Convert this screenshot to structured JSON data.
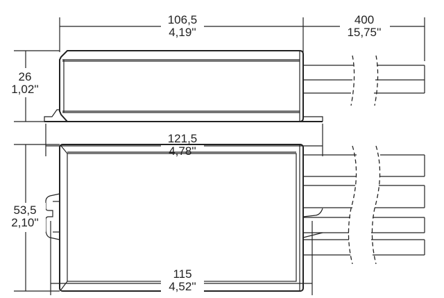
{
  "side_view": {
    "length_mm": "106,5",
    "length_in": "4,19''",
    "cable_mm": "400",
    "cable_in": "15,75''",
    "height_mm": "26",
    "height_in": "1,02''",
    "overall_mm": "121,5",
    "overall_in": "4,78''"
  },
  "top_view": {
    "width_mm": "53,5",
    "width_in": "2,10''",
    "fixing_mm": "115",
    "fixing_in": "4,52''"
  }
}
